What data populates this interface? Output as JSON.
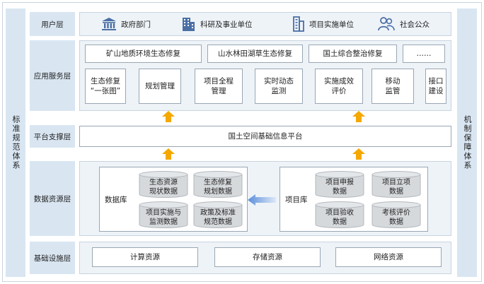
{
  "left_sidebar": "标准规范体系",
  "right_sidebar": "机制保障体系",
  "layers": {
    "user": "用户层",
    "app": "应用服务层",
    "platform": "平台支撑层",
    "data": "数据资源层",
    "infra": "基础设施层"
  },
  "users": [
    "政府部门",
    "科研及事业单位",
    "项目实施单位",
    "社会公众"
  ],
  "app_top": [
    "矿山地质环境生态修复",
    "山水林田湖草生态修复",
    "国土综合整治修复",
    "……"
  ],
  "app_bottom": [
    "生态修复\n“一张图”",
    "规划管理",
    "项目全程\n管理",
    "实时动态\n监测",
    "实施成效\n评价",
    "移动\n监管",
    "接口\n建设"
  ],
  "platform": "国土空间基础信息平台",
  "database": {
    "label": "数据库",
    "items": [
      "生态资源\n现状数据",
      "生态修复\n规划数据",
      "项目实施与\n监测数据",
      "政策及标准\n规范数据"
    ]
  },
  "project_db": {
    "label": "项目库",
    "items": [
      "项目申报\n数据",
      "项目立项\n数据",
      "项目验收\n数据",
      "考核评价\n数据"
    ]
  },
  "infra": [
    "计算资源",
    "存储资源",
    "网络资源"
  ],
  "colors": {
    "sidebar": "#d9e6f2",
    "panel": "#eef3f8",
    "arrow_up": "#f5a800",
    "arrow_left": "#5b8fd9",
    "cylinder": "#d6d9dc"
  }
}
